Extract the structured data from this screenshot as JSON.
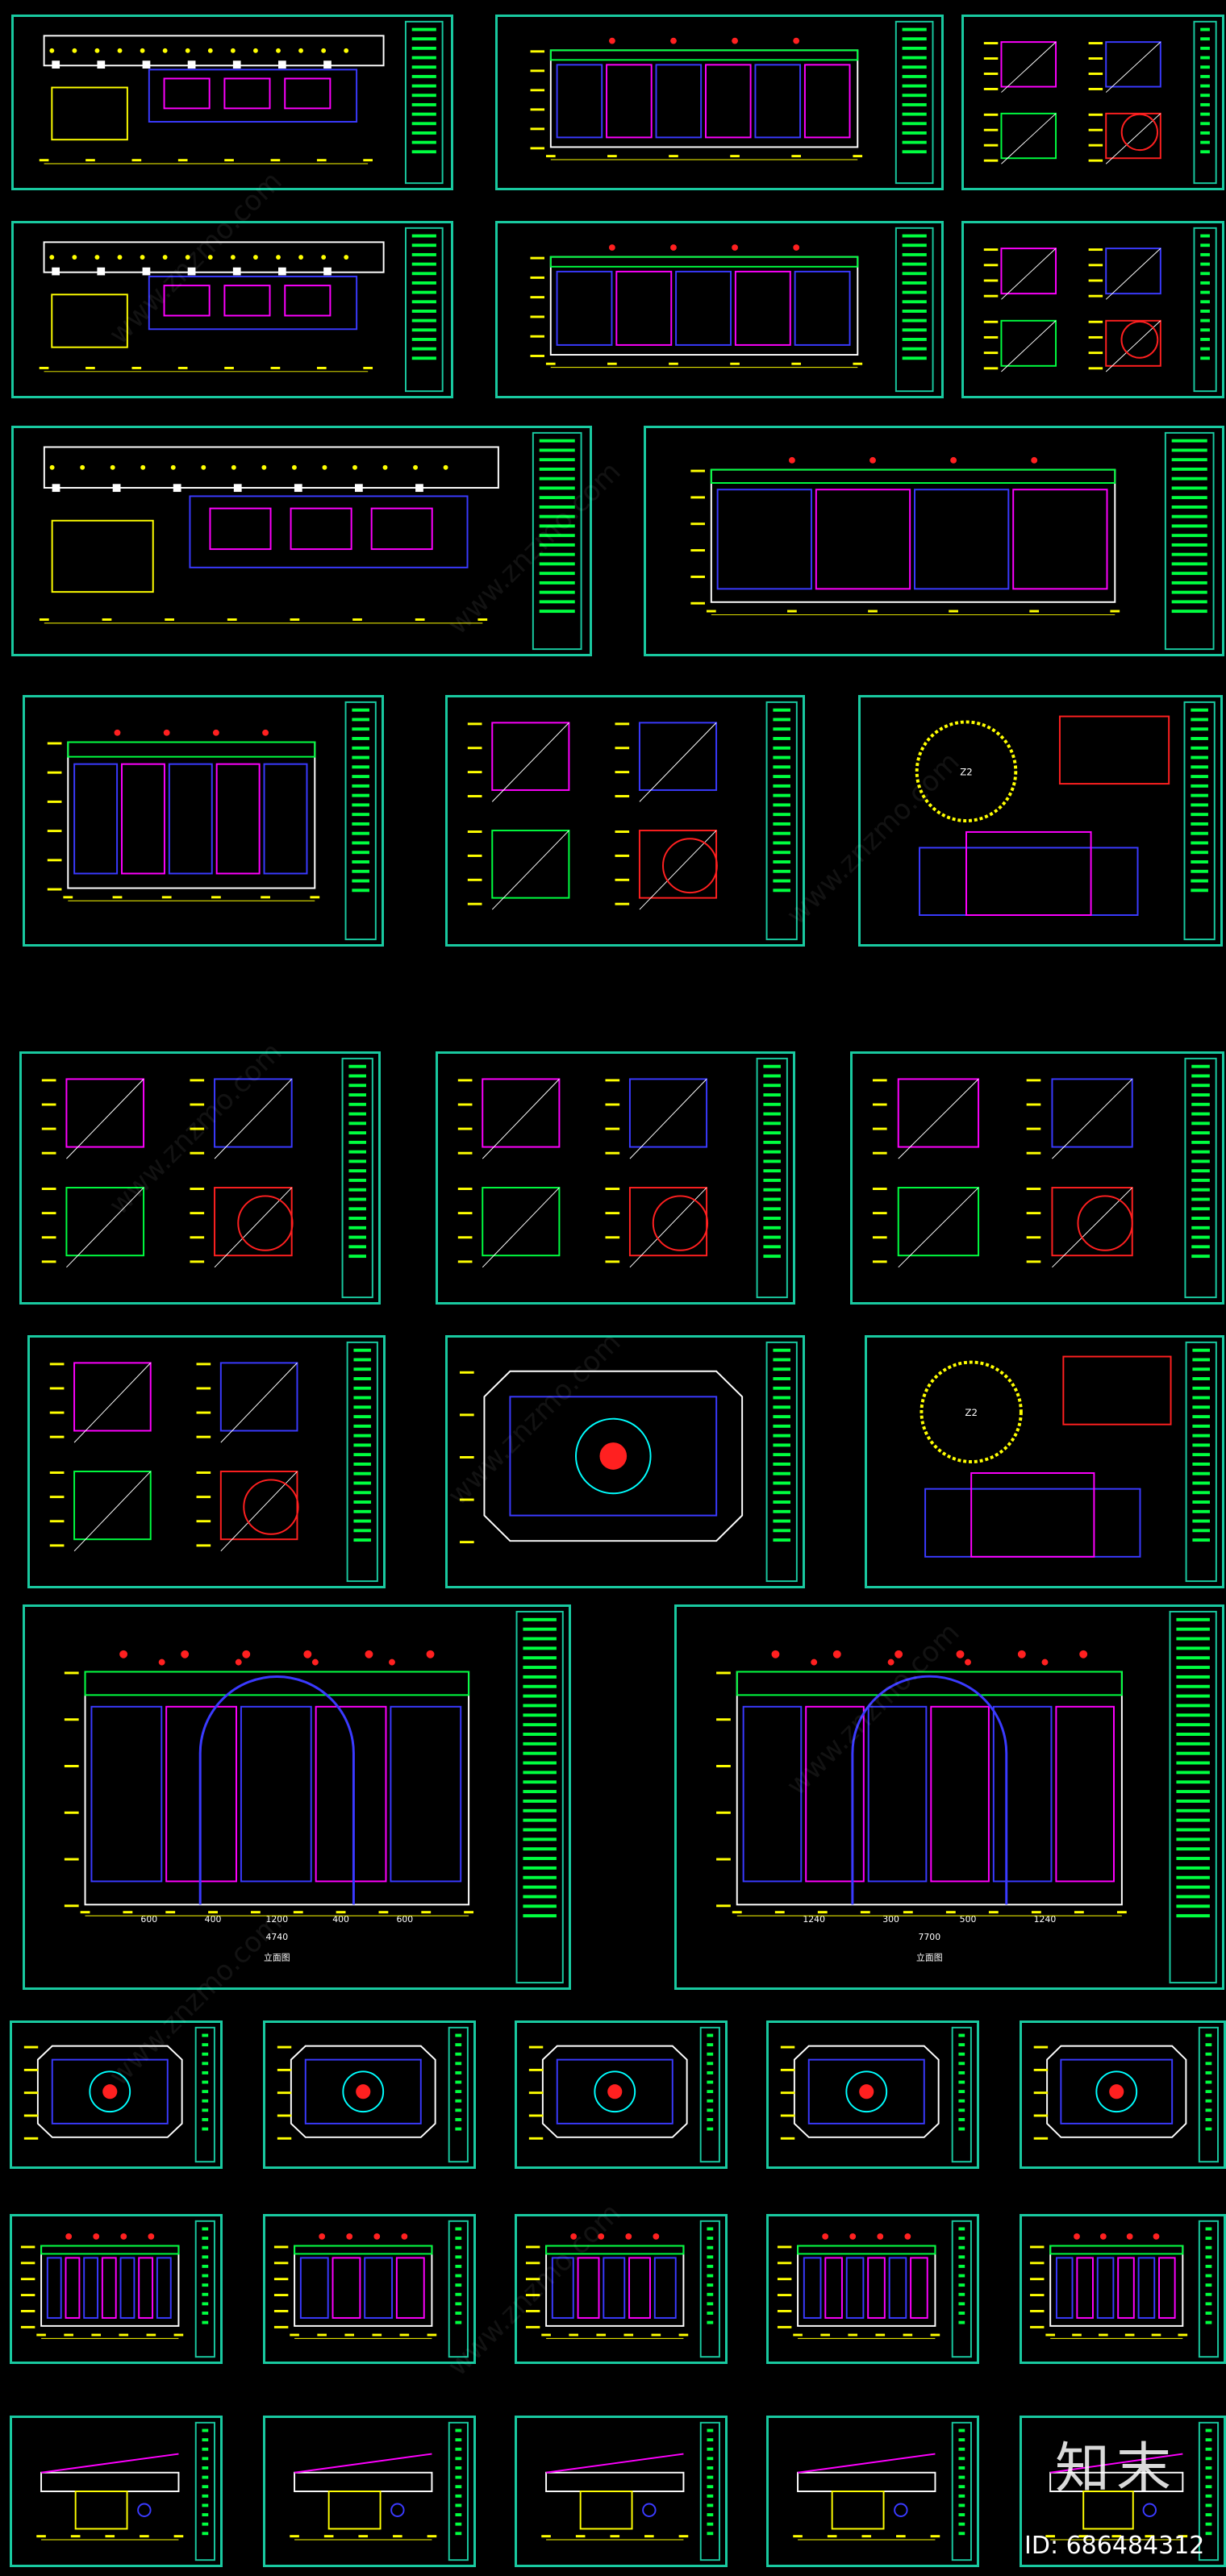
{
  "watermark_text": "www.znzmo.com",
  "logo": {
    "chinese": "知末",
    "id_label": "ID: 686484312"
  },
  "sheets": [
    {
      "id": "s1",
      "type": "plan",
      "label": ""
    },
    {
      "id": "s2",
      "type": "elevation",
      "label": ""
    },
    {
      "id": "s3",
      "type": "detail",
      "label": ""
    },
    {
      "id": "s4",
      "type": "plan",
      "label": ""
    },
    {
      "id": "s5",
      "type": "elevation",
      "label": ""
    },
    {
      "id": "s6",
      "type": "detail",
      "label": ""
    },
    {
      "id": "s7",
      "type": "plan",
      "label": ""
    },
    {
      "id": "s8",
      "type": "elevation",
      "label": ""
    },
    {
      "id": "s9",
      "type": "elevation",
      "label": ""
    },
    {
      "id": "s10",
      "type": "detail",
      "label": ""
    },
    {
      "id": "s11",
      "type": "circle-detail",
      "label": "Z2"
    },
    {
      "id": "s12",
      "type": "detail",
      "label": ""
    },
    {
      "id": "s13",
      "type": "detail",
      "label": ""
    },
    {
      "id": "s14",
      "type": "detail",
      "label": ""
    },
    {
      "id": "s15",
      "type": "detail",
      "label": ""
    },
    {
      "id": "s16",
      "type": "ceiling",
      "label": ""
    },
    {
      "id": "s17",
      "type": "circle-detail",
      "label": "Z2"
    },
    {
      "id": "s18",
      "type": "elevation-large",
      "label": "立面图"
    },
    {
      "id": "s19",
      "type": "elevation-large",
      "label": "立面图"
    },
    {
      "id": "s20",
      "type": "ceiling",
      "label": ""
    },
    {
      "id": "s21",
      "type": "ceiling",
      "label": ""
    },
    {
      "id": "s22",
      "type": "ceiling",
      "label": ""
    },
    {
      "id": "s23",
      "type": "ceiling",
      "label": ""
    },
    {
      "id": "s24",
      "type": "ceiling",
      "label": ""
    },
    {
      "id": "s25",
      "type": "elevation",
      "label": ""
    },
    {
      "id": "s26",
      "type": "elevation",
      "label": ""
    },
    {
      "id": "s27",
      "type": "elevation",
      "label": ""
    },
    {
      "id": "s28",
      "type": "elevation",
      "label": ""
    },
    {
      "id": "s29",
      "type": "elevation",
      "label": ""
    },
    {
      "id": "s30",
      "type": "section",
      "label": ""
    },
    {
      "id": "s31",
      "type": "section",
      "label": ""
    },
    {
      "id": "s32",
      "type": "section",
      "label": ""
    },
    {
      "id": "s33",
      "type": "section",
      "label": ""
    },
    {
      "id": "s34",
      "type": "section",
      "label": ""
    }
  ],
  "dimension_labels": {
    "s18": [
      "4740",
      "600",
      "400",
      "1200",
      "400",
      "600"
    ],
    "s19": [
      "7700",
      "1240",
      "300",
      "500",
      "1240"
    ]
  },
  "colors": {
    "frame": "#19c9a0",
    "yellow": "#ffff00",
    "green": "#00ff40",
    "magenta": "#ff00ff",
    "blue": "#3a3aff",
    "red": "#ff2020",
    "white": "#ffffff",
    "cyan": "#00ffff"
  }
}
